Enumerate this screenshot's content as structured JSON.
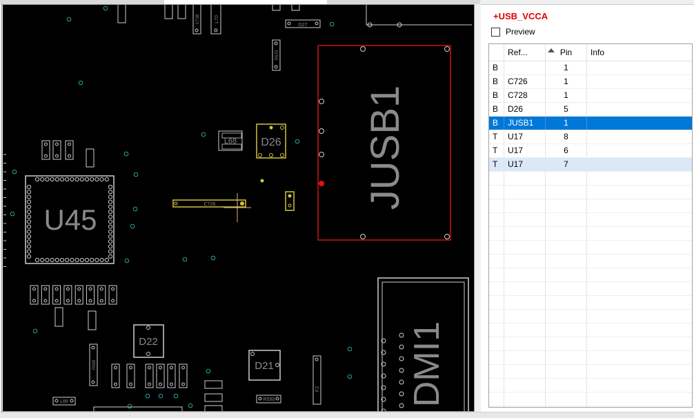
{
  "board": {
    "components": [
      {
        "ref": "U45"
      },
      {
        "ref": "JUSB1"
      },
      {
        "ref": "D26"
      },
      {
        "ref": "D22"
      },
      {
        "ref": "D21"
      },
      {
        "ref": "DMI1"
      },
      {
        "ref": "C726"
      },
      {
        "ref": "D27"
      },
      {
        "ref": "L68"
      },
      {
        "ref": "L86"
      },
      {
        "ref": "R599"
      },
      {
        "ref": "R590"
      },
      {
        "ref": "R570"
      },
      {
        "ref": "C738"
      },
      {
        "ref": "L70"
      },
      {
        "ref": "F2"
      }
    ],
    "colors": {
      "background": "#000000",
      "outline": "#cfcfcf",
      "highlight": "#d4c43a",
      "selected": "#cc1414",
      "via": "#2aa3a3",
      "label": "#8a8a8a"
    }
  },
  "net_panel": {
    "net_name": "+USB_VCCA",
    "preview_label": "Preview",
    "preview_checked": false,
    "columns": [
      "",
      "Ref...",
      "Pin",
      "Info"
    ],
    "rows": [
      {
        "side": "B",
        "ref": "",
        "pin": "1",
        "info": ""
      },
      {
        "side": "B",
        "ref": "C726",
        "pin": "1",
        "info": ""
      },
      {
        "side": "B",
        "ref": "C728",
        "pin": "1",
        "info": ""
      },
      {
        "side": "B",
        "ref": "D26",
        "pin": "5",
        "info": ""
      },
      {
        "side": "B",
        "ref": "JUSB1",
        "pin": "1",
        "info": ""
      },
      {
        "side": "T",
        "ref": "U17",
        "pin": "8",
        "info": ""
      },
      {
        "side": "T",
        "ref": "U17",
        "pin": "6",
        "info": ""
      },
      {
        "side": "T",
        "ref": "U17",
        "pin": "7",
        "info": ""
      }
    ],
    "selected_row": 4
  }
}
